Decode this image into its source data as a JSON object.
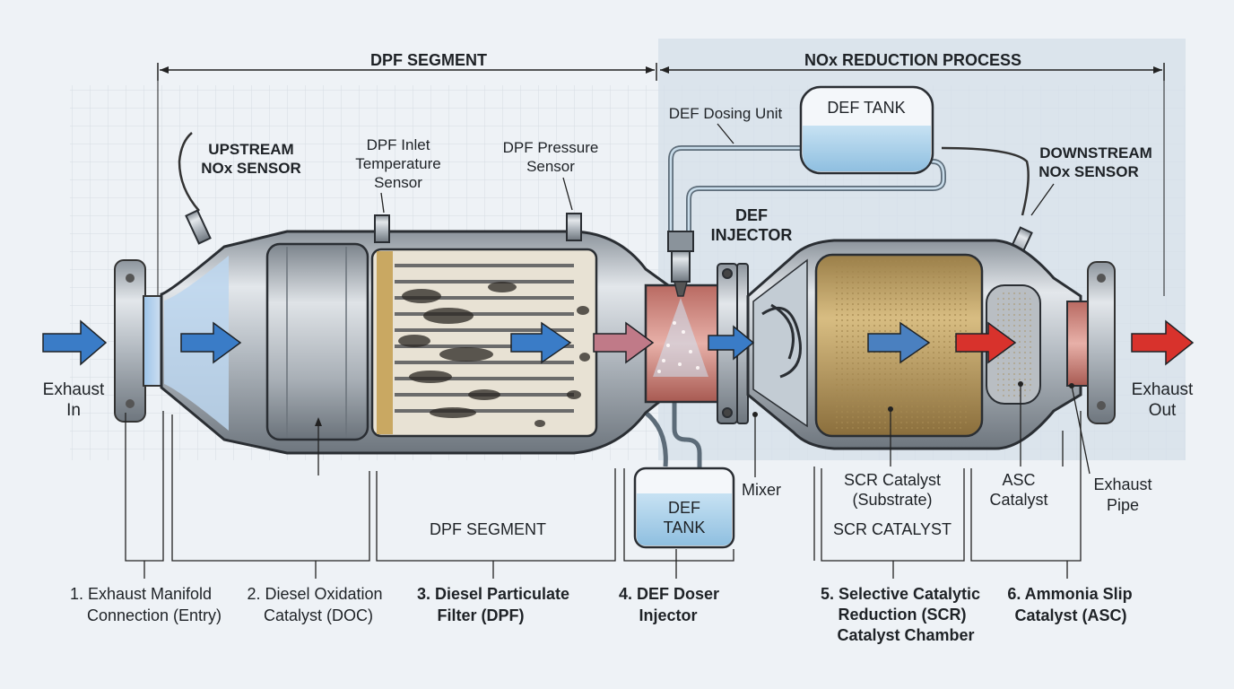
{
  "colors": {
    "background": "#eef2f6",
    "nox_zone": "#d4dfe8",
    "metal": "#b9c0c7",
    "flow_blue": "#3a7cc7",
    "flow_red": "#d8322c",
    "def_fluid": "#a9cfe8",
    "scr_substrate": "#c8a868"
  },
  "header": {
    "dpf_segment": "DPF SEGMENT",
    "nox_process": "NOx REDUCTION PROCESS"
  },
  "flow": {
    "exhaust_in": [
      "Exhaust",
      "In"
    ],
    "exhaust_out": [
      "Exhaust",
      "Out"
    ]
  },
  "callouts": {
    "upstream_sensor": [
      "UPSTREAM",
      "NOx SENSOR"
    ],
    "dpf_inlet_temp": [
      "DPF Inlet",
      "Temperature",
      "Sensor"
    ],
    "dpf_pressure": [
      "DPF Pressure",
      "Sensor"
    ],
    "def_dosing_unit": "DEF Dosing Unit",
    "def_tank_top": "DEF TANK",
    "def_injector": [
      "DEF",
      "INJECTOR"
    ],
    "downstream_sensor": [
      "DOWNSTREAM",
      "NOx SENSOR"
    ],
    "mixer": "Mixer",
    "scr_substrate": [
      "SCR Catalyst",
      "(Substrate)"
    ],
    "asc_catalyst": [
      "ASC",
      "Catalyst"
    ],
    "exhaust_pipe": [
      "Exhaust",
      "Pipe"
    ],
    "def_tank_bottom": [
      "DEF",
      "TANK"
    ]
  },
  "zones": {
    "dpf_segment": "DPF SEGMENT",
    "scr_catalyst": "SCR CATALYST"
  },
  "components": [
    {
      "lines": [
        "1. Exhaust Manifold",
        "Connection (Entry)"
      ],
      "bold": false
    },
    {
      "lines": [
        "2. Diesel Oxidation",
        "Catalyst (DOC)"
      ],
      "bold": false
    },
    {
      "lines": [
        "3. Diesel Particulate",
        "Filter (DPF)"
      ],
      "bold": true
    },
    {
      "lines": [
        "4. DEF Doser",
        "Injector"
      ],
      "bold": true
    },
    {
      "lines": [
        "5. Selective Catalytic",
        "Reduction (SCR)",
        "Catalyst Chamber"
      ],
      "bold": true
    },
    {
      "lines": [
        "6. Ammonia Slip",
        "Catalyst (ASC)"
      ],
      "bold": true
    }
  ]
}
